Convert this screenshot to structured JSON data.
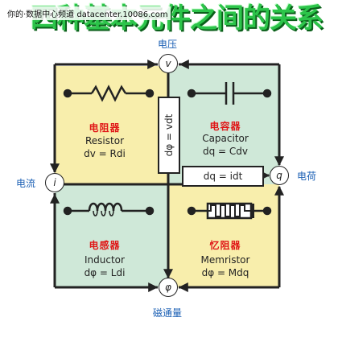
{
  "title": "四种基本元件之间的关系",
  "watermark": "你的·数据中心频道 datacenter.10086.com",
  "nodes": {
    "voltage": {
      "symbol": "v",
      "label": "电压"
    },
    "current": {
      "symbol": "i",
      "label": "电流"
    },
    "charge": {
      "symbol": "q",
      "label": "电荷"
    },
    "flux": {
      "symbol": "φ",
      "label": "磁通量"
    }
  },
  "components": {
    "resistor": {
      "cn": "电阻器",
      "en": "Resistor",
      "eq": "dv = Rdi"
    },
    "capacitor": {
      "cn": "电容器",
      "en": "Capacitor",
      "eq": "dq = Cdv"
    },
    "inductor": {
      "cn": "电感器",
      "en": "Inductor",
      "eq": "dφ = Ldi"
    },
    "memristor": {
      "cn": "忆阻器",
      "en": "Memristor",
      "eq": "dφ = Mdq"
    }
  },
  "relations": {
    "flux_voltage": "dφ = vdt",
    "charge_current": "dq = idt"
  },
  "colors": {
    "yellow": "#f8eeac",
    "green": "#cfe8d8",
    "label_blue": "#1a5fb4",
    "component_red": "#e01818",
    "title_green": "#2cc44a"
  }
}
